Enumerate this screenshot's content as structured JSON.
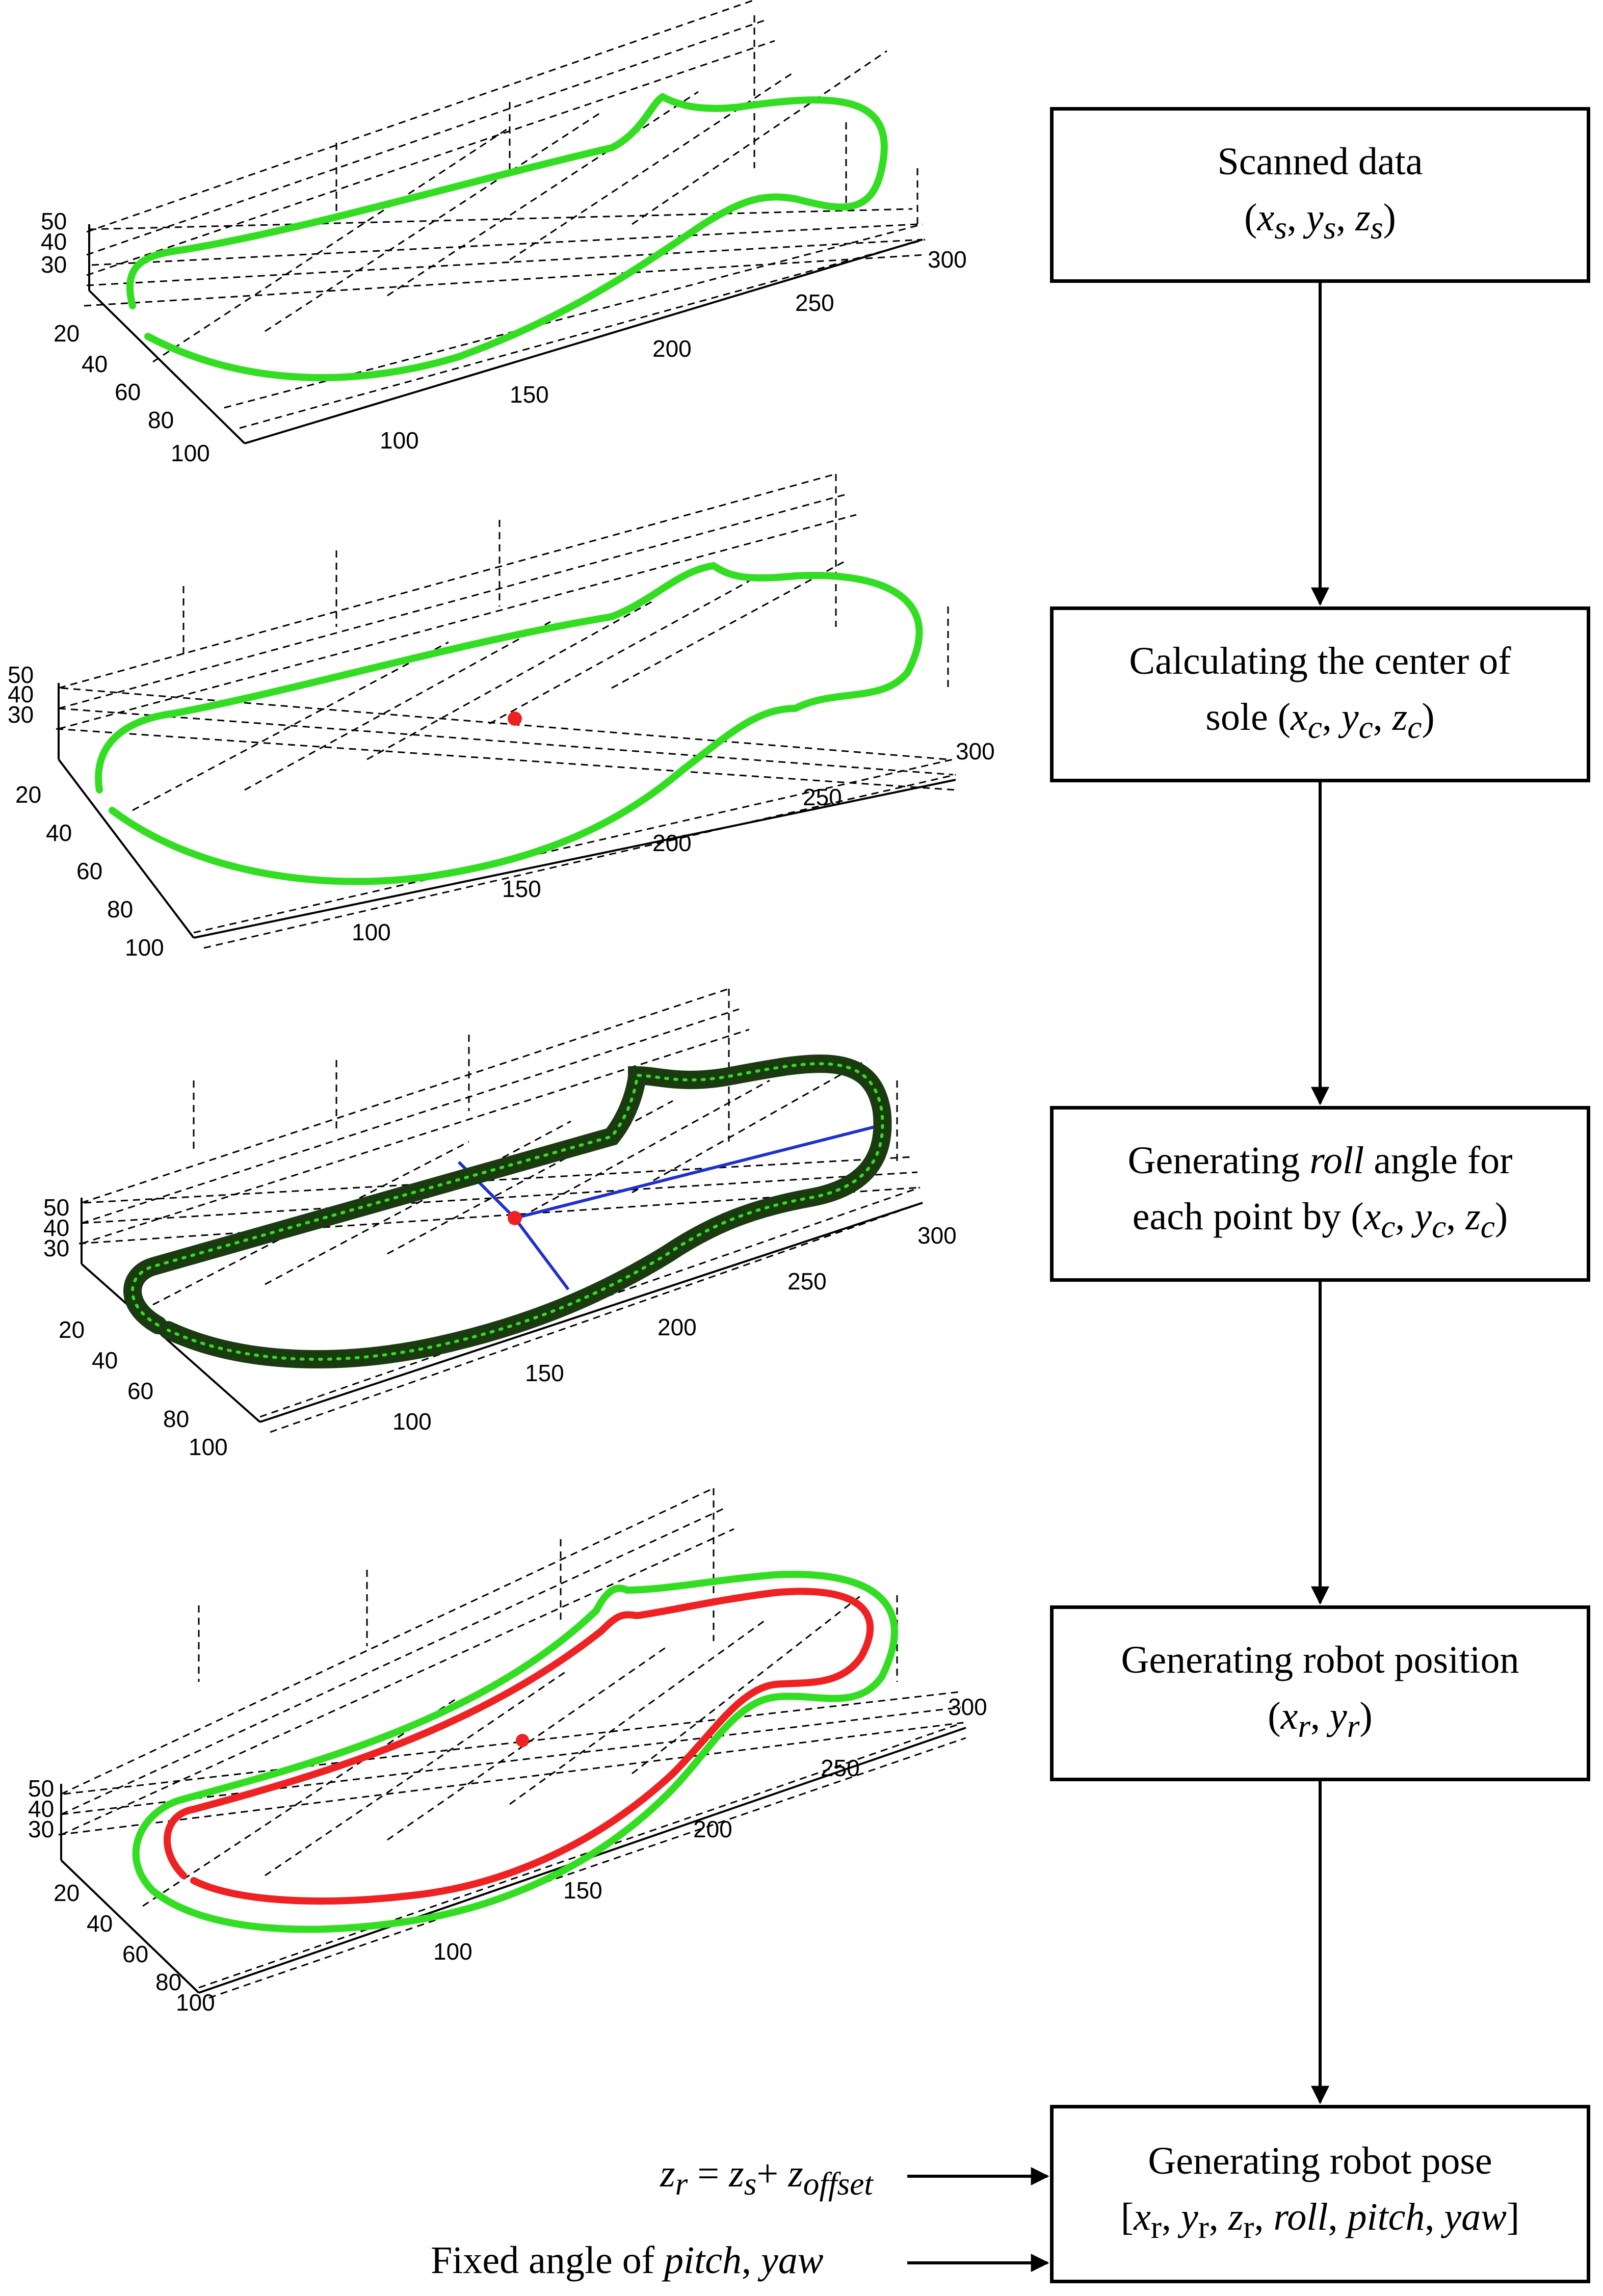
{
  "colors": {
    "sole": "#33dd22",
    "robot": "#ee2222",
    "center": "#ee2222",
    "roll_line": "#1f2fd0",
    "marker_fill": "#1a3a10",
    "box": "#000000"
  },
  "axes": {
    "z_ticks": [
      "50",
      "40",
      "30"
    ],
    "y_ticks": [
      "20",
      "40",
      "60",
      "80",
      "100"
    ],
    "x_ticks": [
      "100",
      "150",
      "200",
      "250",
      "300"
    ]
  },
  "plots": [
    {
      "title": "",
      "layers": [
        "scanned sole outline"
      ]
    },
    {
      "title": "",
      "layers": [
        "scanned sole outline",
        "center point"
      ]
    },
    {
      "title": "",
      "layers": [
        "scanned sole outline (circle markers)",
        "center point",
        "roll lines"
      ]
    },
    {
      "title": "",
      "layers": [
        "scanned sole outline",
        "robot path",
        "center point"
      ]
    }
  ],
  "steps": [
    {
      "line1": "Scanned data",
      "line2": "(x_s, y_s, z_s)"
    },
    {
      "line1": "Calculating the center of",
      "line2": "sole (x_c, y_c, z_c)"
    },
    {
      "line1": "Generating roll angle for",
      "line2": "each point by (x_c, y_c, z_c)"
    },
    {
      "line1": "Generating robot position",
      "line2": "(x_r, y_r)"
    },
    {
      "line1": "Generating robot pose",
      "line2": "[x_r, y_r, z_r, roll, pitch, yaw]"
    }
  ],
  "inputs": {
    "z_formula": "z_r = z_s + z_offset",
    "fixed_angles": "Fixed angle of pitch, yaw"
  }
}
